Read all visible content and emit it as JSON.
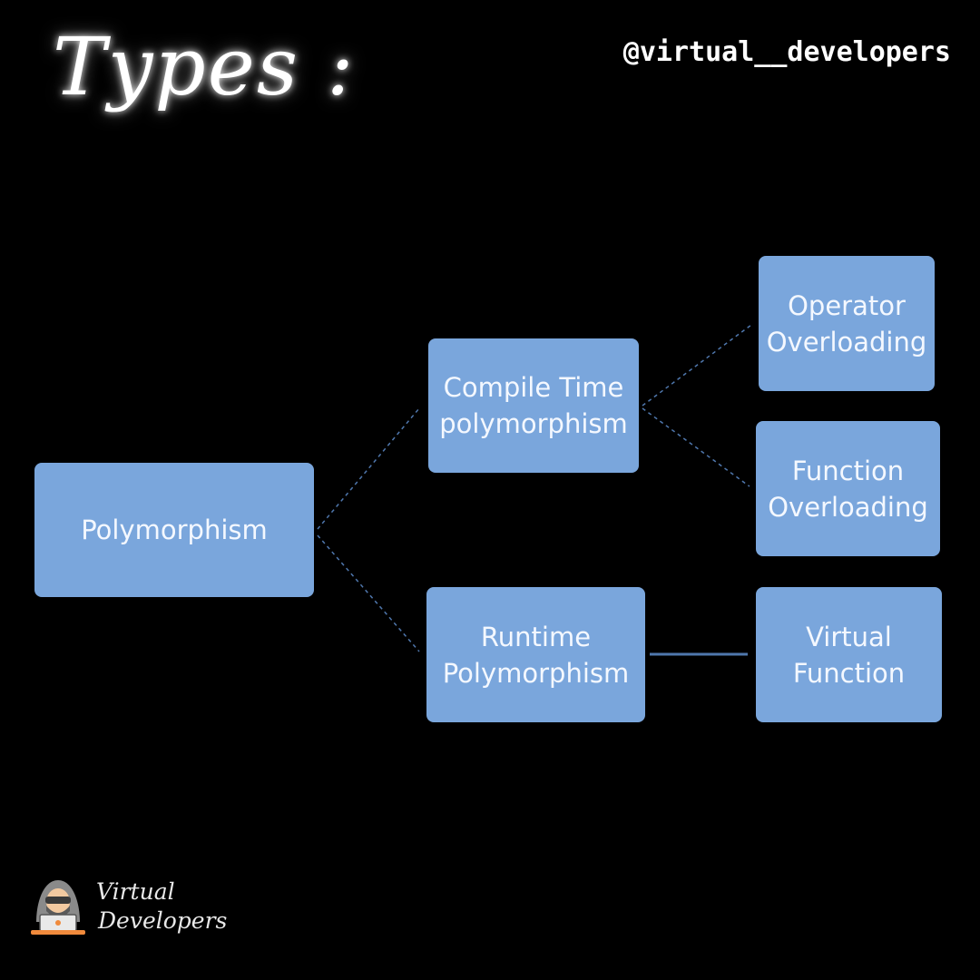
{
  "header": {
    "title": "Types :",
    "handle": "@virtual__developers"
  },
  "diagram": {
    "root": "Polymorphism",
    "compile_time": "Compile Time\npolymorphism",
    "runtime": "Runtime\nPolymorphism",
    "operator_overloading": "Operator\nOverloading",
    "function_overloading": "Function\nOverloading",
    "virtual_function": "Virtual\nFunction"
  },
  "brand": {
    "line1": "Virtual",
    "line2": "Developers"
  },
  "colors": {
    "background": "#000000",
    "node_fill": "#7aa6dc",
    "node_text": "#f4f8ff",
    "connector": "#4f77ad"
  }
}
